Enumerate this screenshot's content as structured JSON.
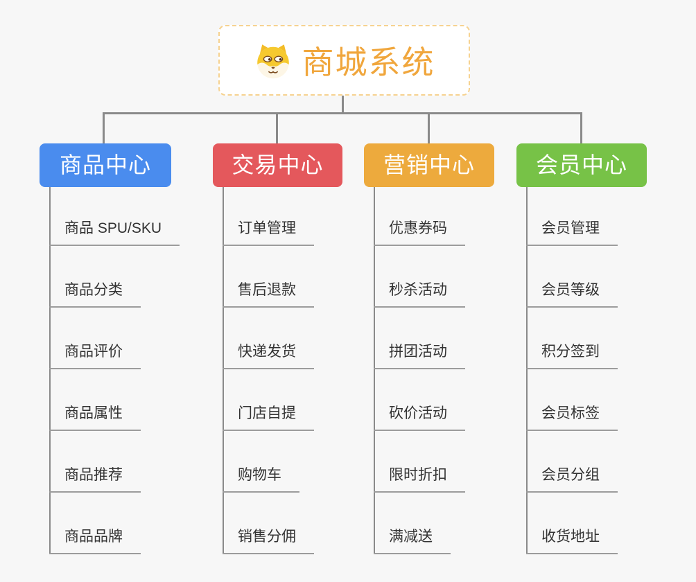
{
  "root": {
    "title": "商城系统",
    "icon": "dog-face-icon"
  },
  "colors": {
    "background": "#f7f7f7",
    "root_text": "#f0a63c",
    "root_border": "#f6d290",
    "connector": "#8a8a8a",
    "item_text": "#333333",
    "item_underline": "#9c9c9c",
    "branch_text": "#ffffff"
  },
  "branches": [
    {
      "label": "商品中心",
      "color": "#4a8cee",
      "items": [
        "商品 SPU/SKU",
        "商品分类",
        "商品评价",
        "商品属性",
        "商品推荐",
        "商品品牌"
      ]
    },
    {
      "label": "交易中心",
      "color": "#e4585c",
      "items": [
        "订单管理",
        "售后退款",
        "快递发货",
        "门店自提",
        "购物车",
        "销售分佣"
      ]
    },
    {
      "label": "营销中心",
      "color": "#edaa3d",
      "items": [
        "优惠券码",
        "秒杀活动",
        "拼团活动",
        "砍价活动",
        "限时折扣",
        "满减送"
      ]
    },
    {
      "label": "会员中心",
      "color": "#77c247",
      "items": [
        "会员管理",
        "会员等级",
        "积分签到",
        "会员标签",
        "会员分组",
        "收货地址"
      ]
    }
  ]
}
